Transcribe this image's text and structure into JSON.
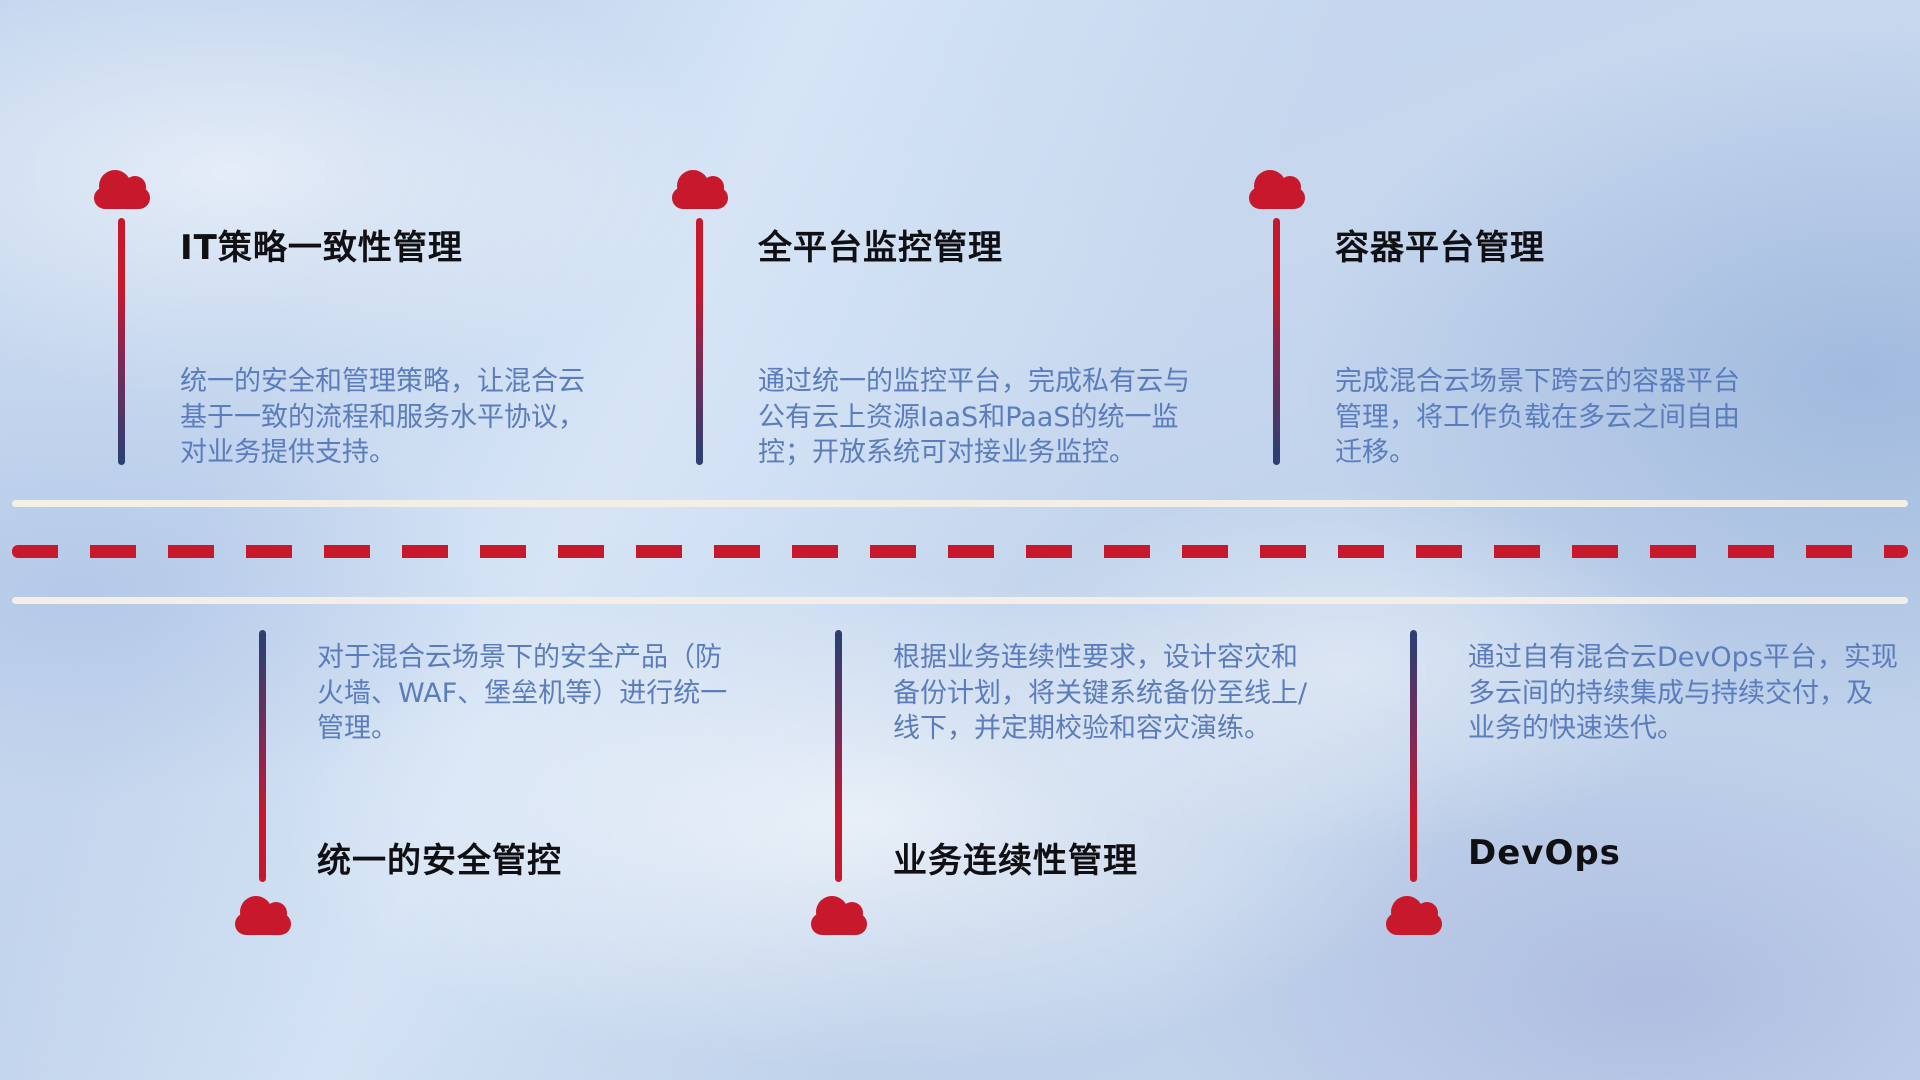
{
  "colors": {
    "red": "#c8182c",
    "navy": "#2e3f70",
    "title_text": "#101014",
    "desc_text": "#5b7cbd",
    "road_line": "#f3efe7"
  },
  "icons": {
    "marker": "cloud-icon"
  },
  "top_items": [
    {
      "title": "IT策略一致性管理",
      "desc": "统一的安全和管理策略，让混合云基于一致的流程和服务水平协议，对业务提供支持。"
    },
    {
      "title": "全平台监控管理",
      "desc": "通过统一的监控平台，完成私有云与公有云上资源IaaS和PaaS的统一监控；开放系统可对接业务监控。"
    },
    {
      "title": "容器平台管理",
      "desc": "完成混合云场景下跨云的容器平台管理，将工作负载在多云之间自由迁移。"
    }
  ],
  "bottom_items": [
    {
      "title": "统一的安全管控",
      "desc": "对于混合云场景下的安全产品（防火墙、WAF、堡垒机等）进行统一管理。"
    },
    {
      "title": "业务连续性管理",
      "desc": "根据业务连续性要求，设计容灾和备份计划，将关键系统备份至线上/线下，并定期校验和容灾演练。"
    },
    {
      "title": "DevOps",
      "desc": "通过自有混合云DevOps平台，实现多云间的持续集成与持续交付，及业务的快速迭代。"
    }
  ]
}
